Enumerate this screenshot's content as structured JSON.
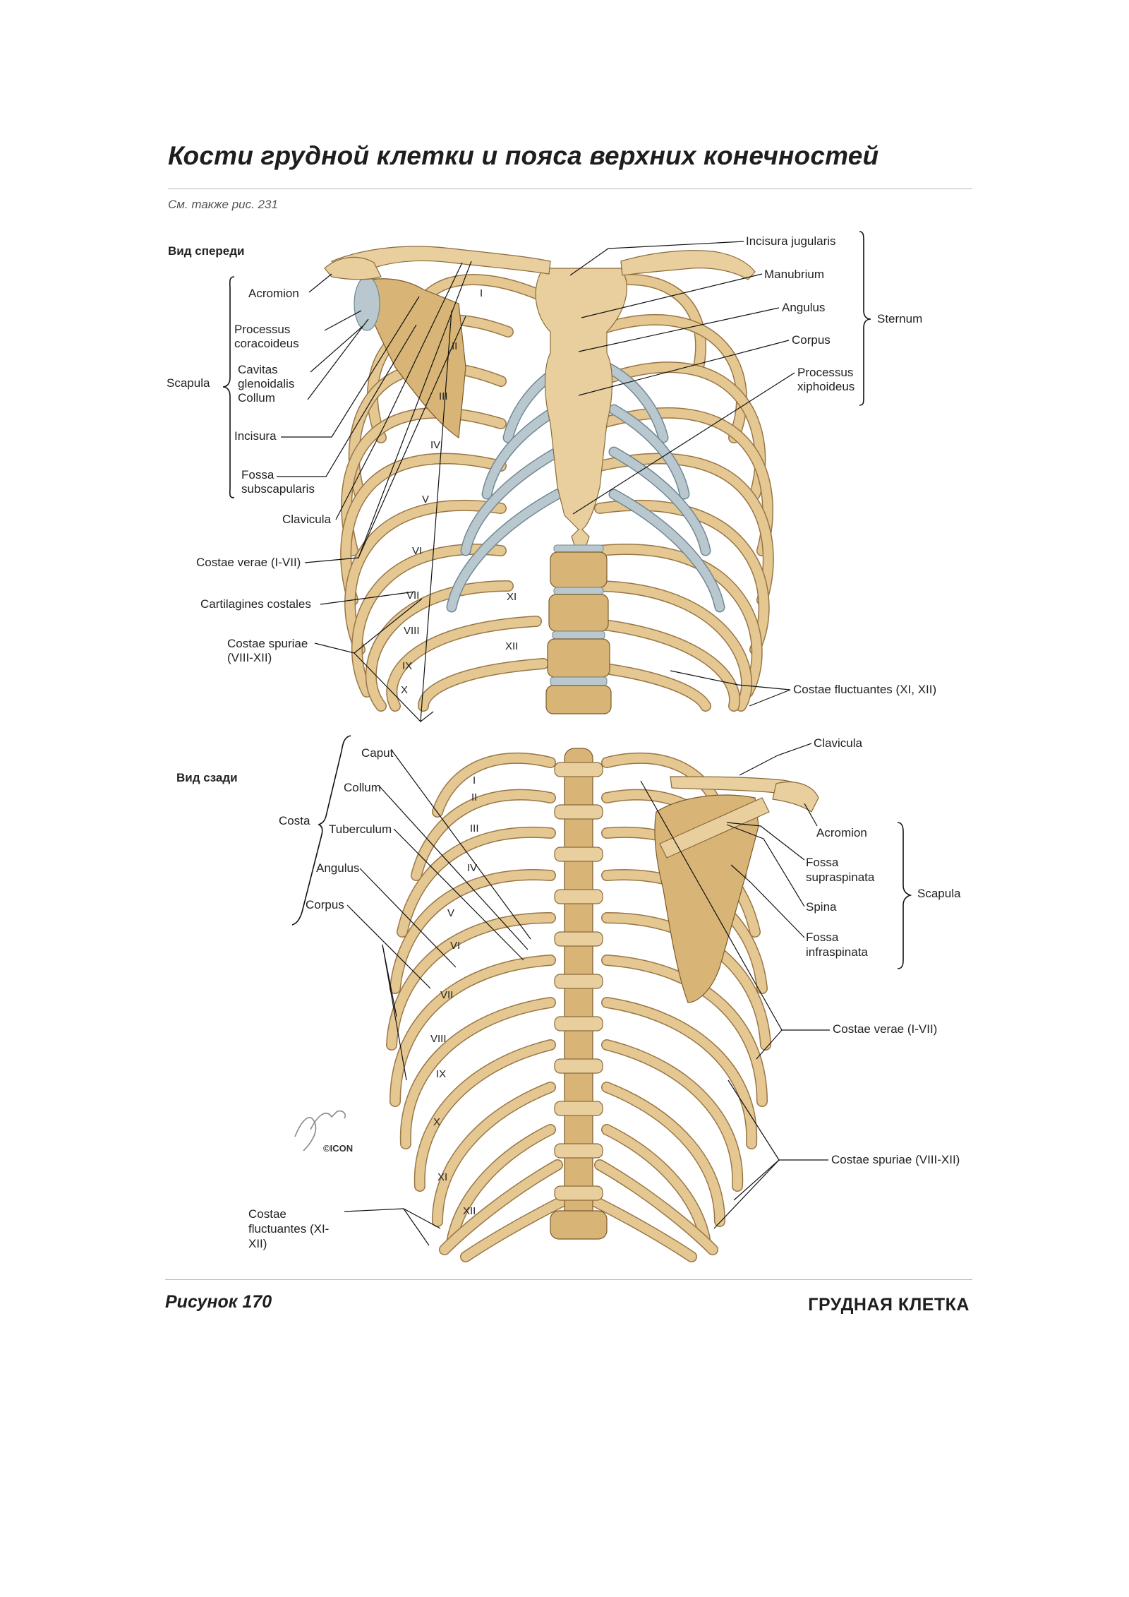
{
  "header": {
    "title": "Кости грудной клетки и пояса верхних конечностей",
    "see_also": "См. также рис. 231"
  },
  "anterior": {
    "view_label": "Вид спереди",
    "labels": {
      "acromion": "Acromion",
      "processus": "Processus",
      "coracoideus": "coracoideus",
      "cavitas": "Cavitas",
      "glenoidalis": "glenoidalis",
      "collum": "Collum",
      "incisura": "Incisura",
      "fossa": "Fossa",
      "subscapularis": "subscapularis",
      "clavicula": "Clavicula",
      "scapula": "Scapula",
      "costae_verae": "Costae verae (I-VII)",
      "cartilagines": "Cartilagines costales",
      "costae_spuriae": "Costae spuriae",
      "costae_spuriae_range": "(VIII-XII)",
      "incisura_jugularis": "Incisura jugularis",
      "manubrium": "Manubrium",
      "angulus": "Angulus",
      "corpus": "Corpus",
      "processus_x": "Processus",
      "xiphoideus": "xiphoideus",
      "sternum": "Sternum",
      "costae_fluctuantes": "Costae fluctuantes (XI, XII)"
    },
    "rib_numerals": [
      "I",
      "II",
      "III",
      "IV",
      "V",
      "VI",
      "VII",
      "VIII",
      "IX",
      "X",
      "XI",
      "XII"
    ]
  },
  "posterior": {
    "view_label": "Вид сзади",
    "labels": {
      "caput": "Caput",
      "collum": "Collum",
      "tuberculum": "Tuberculum",
      "angulus": "Angulus",
      "corpus": "Corpus",
      "costa": "Costa",
      "clavicula": "Clavicula",
      "acromion": "Acromion",
      "fossa_supra": "Fossa",
      "supraspinata": "supraspinata",
      "spina": "Spina",
      "fossa_infra": "Fossa",
      "infraspinata": "infraspinata",
      "scapula": "Scapula",
      "costae_verae": "Costae verae (I-VII)",
      "costae_spuriae": "Costae spuriae (VIII-XII)",
      "costae_fluct_1": "Costae",
      "costae_fluct_2": "fluctuantes (XI-",
      "costae_fluct_3": "XII)"
    },
    "rib_numerals": [
      "I",
      "II",
      "III",
      "IV",
      "V",
      "VI",
      "VII",
      "VIII",
      "IX",
      "X",
      "XI",
      "XII"
    ],
    "publisher_mark": "©ICON"
  },
  "footer": {
    "figure": "Рисунок 170",
    "section": "ГРУДНАЯ КЛЕТКА"
  }
}
